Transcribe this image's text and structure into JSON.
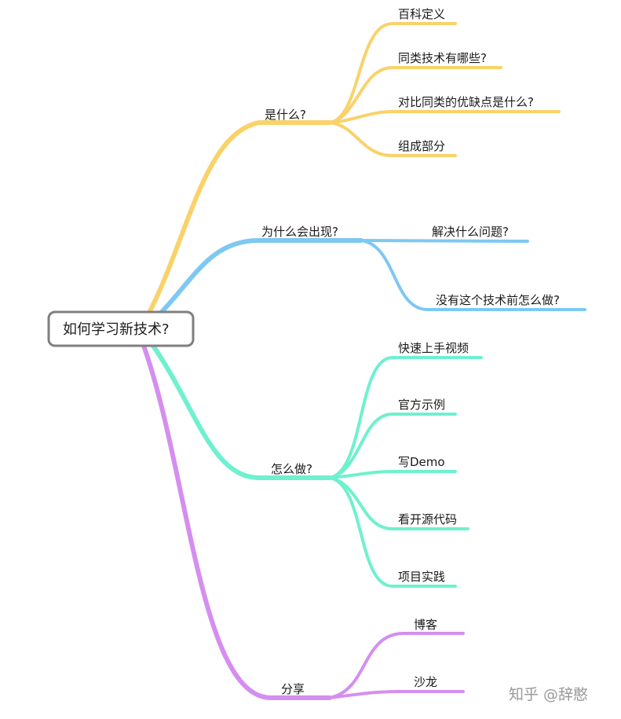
{
  "root": {
    "label": "如何学习新技术?"
  },
  "colors": {
    "what": "#f9d26a",
    "why": "#7ec8f2",
    "how": "#6ff0cf",
    "share": "#d58ef0",
    "root_border": "#7f7f7f"
  },
  "branches": {
    "what": {
      "label": "是什么?",
      "children": [
        "百科定义",
        "同类技术有哪些?",
        "对比同类的优缺点是什么?",
        "组成部分"
      ]
    },
    "why": {
      "label": "为什么会出现?",
      "children": [
        "解决什么问题?",
        "没有这个技术前怎么做?"
      ]
    },
    "how": {
      "label": "怎么做?",
      "children": [
        "快速上手视频",
        "官方示例",
        "写Demo",
        "看开源代码",
        "项目实践"
      ]
    },
    "share": {
      "label": "分享",
      "children": [
        "博客",
        "沙龙"
      ]
    }
  },
  "watermark": "知乎 @辞憨"
}
